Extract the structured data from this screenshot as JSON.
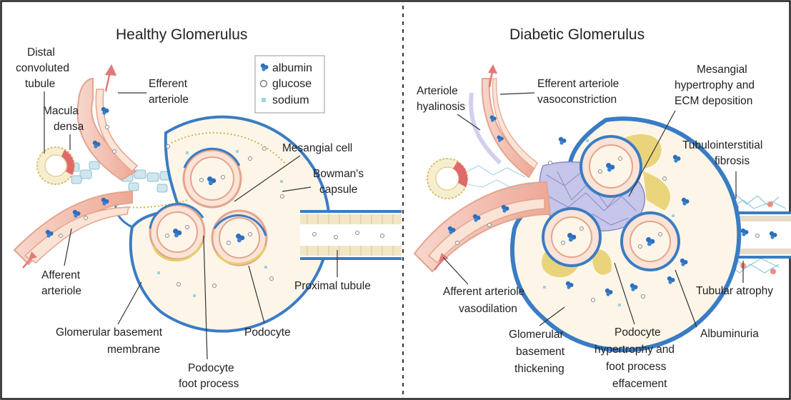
{
  "panels": {
    "healthy": {
      "title": "Healthy Glomerulus",
      "labels": {
        "distal_1": "Distal",
        "distal_2": "convoluted",
        "distal_3": "tubule",
        "macula_1": "Macula",
        "macula_2": "densa",
        "efferent_1": "Efferent",
        "efferent_2": "arteriole",
        "mesangial_cell": "Mesangial cell",
        "bowman_1": "Bowman's",
        "bowman_2": "capsule",
        "afferent_1": "Afferent",
        "afferent_2": "arteriole",
        "proximal_tubule": "Proximal tubule",
        "gbm_1": "Glomerular basement",
        "gbm_2": "membrane",
        "podocyte": "Podocyte",
        "foot_1": "Podocyte",
        "foot_2": "foot process"
      }
    },
    "diabetic": {
      "title": "Diabetic Glomerulus",
      "labels": {
        "hyal_1": "Arteriole",
        "hyal_2": "hyalinosis",
        "vaso_1": "Efferent arteriole",
        "vaso_2": "vasoconstriction",
        "mes_1": "Mesangial",
        "mes_2": "hypertrophy and",
        "mes_3": "ECM deposition",
        "tif_1": "Tubulointerstitial",
        "tif_2": "fibrosis",
        "aff_1": "Afferent arteriole",
        "aff_2": "vasodilation",
        "atrophy": "Tubular atrophy",
        "gbm_1": "Glomerular",
        "gbm_2": "basement",
        "gbm_3": "thickening",
        "pod_1": "Podocyte",
        "pod_2": "hypertrophy and",
        "pod_3": "foot process",
        "pod_4": "effacement",
        "albuminuria": "Albuminuria"
      }
    }
  },
  "legend": [
    {
      "symbol": "albumin-icon",
      "label": "albumin"
    },
    {
      "symbol": "glucose-icon",
      "label": "glucose"
    },
    {
      "symbol": "sodium-icon",
      "label": "sodium"
    }
  ],
  "colors": {
    "capsule_blue": "#3a7cc4",
    "vessel_pink": "#f2c4b8",
    "vessel_outline": "#e3a48e",
    "albumin": "#2d6fc0",
    "sodium": "#9fd3d8",
    "ecm_yellow": "#e6cf6a",
    "fibrosis": "#8ec6e0",
    "macula_red": "#e06a6a",
    "interior": "#fdf6e8"
  }
}
